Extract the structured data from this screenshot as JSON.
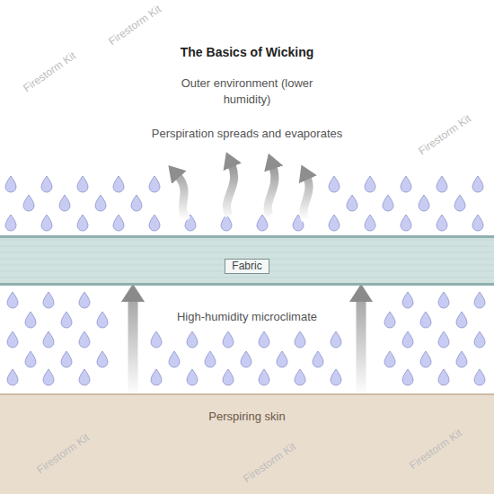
{
  "diagram": {
    "title": "The Basics of Wicking",
    "nodes": [
      {
        "text": [
          "Fabric"
        ]
      },
      {
        "text": [
          "Perspiring skin"
        ]
      }
    ],
    "edges": [
      {
        "from": 1,
        "to": 0,
        "arrow": "to"
      },
      {
        "from": 1,
        "to": 0,
        "arrow": "to"
      }
    ],
    "labels": [
      "Outer environment (lower humidity)",
      "Perspiration spreads and evaporates",
      "High-humidity microclimate",
      "Firestorm Kit",
      "Firestorm Kit",
      "Firestorm Kit",
      "Firestorm Kit",
      "Firestorm Kit",
      "Firestorm Kit"
    ]
  }
}
